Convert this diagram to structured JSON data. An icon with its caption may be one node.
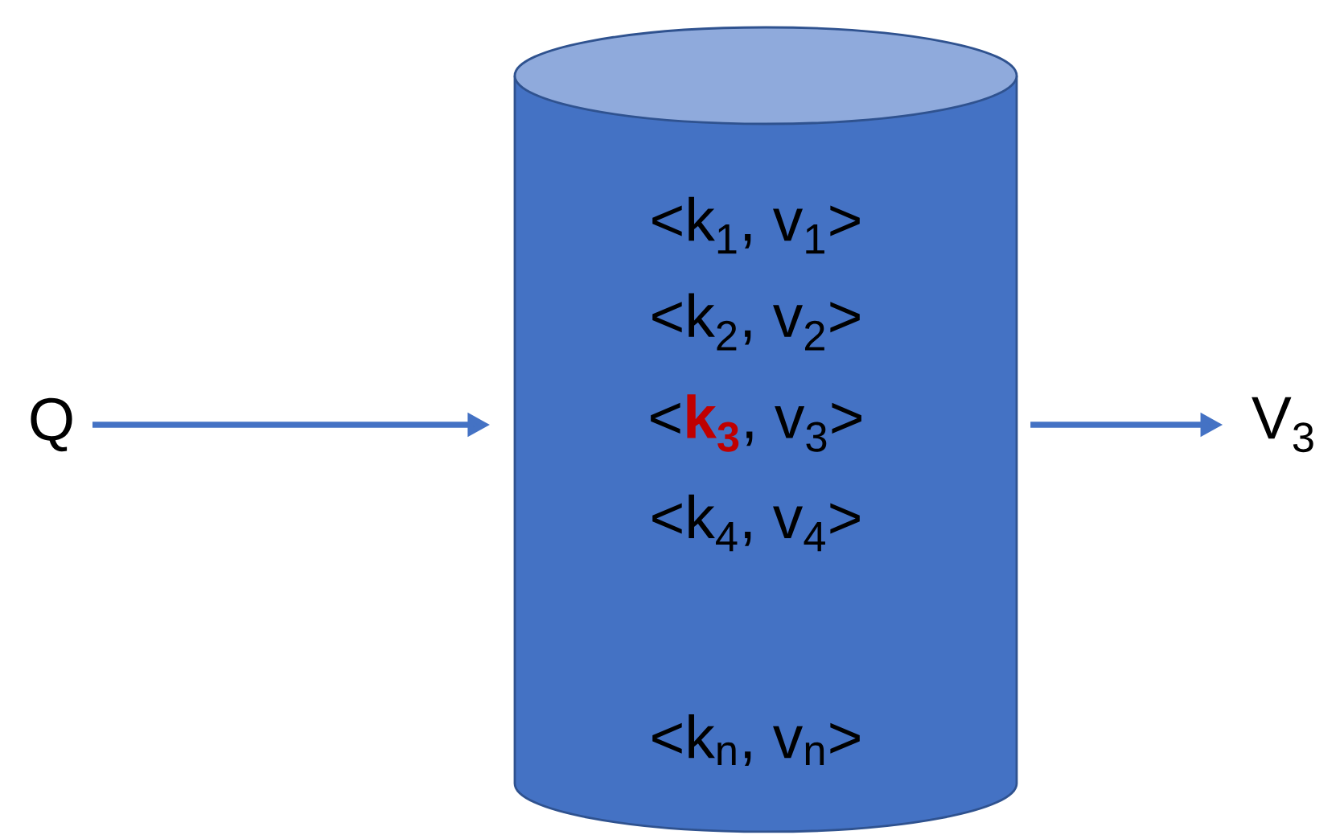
{
  "diagram": {
    "nodes": [
      {
        "text": [
          "Q"
        ]
      },
      {
        "text": [
          "<k$_{1}$, v$_{1}$>",
          "<k$_{2}$, v$_{2}$>",
          "<**k$_{3}$**, v$_{3}$>",
          "<k$_{4}$, v$_{4}$>",
          "<k$_{n}$, v$_{n}$>"
        ]
      },
      {
        "text": [
          "V$_{3}$"
        ]
      }
    ],
    "edges": [
      {
        "from": 0,
        "to": 1,
        "arrow": "to"
      },
      {
        "from": 1,
        "to": 2,
        "arrow": "to"
      }
    ]
  }
}
